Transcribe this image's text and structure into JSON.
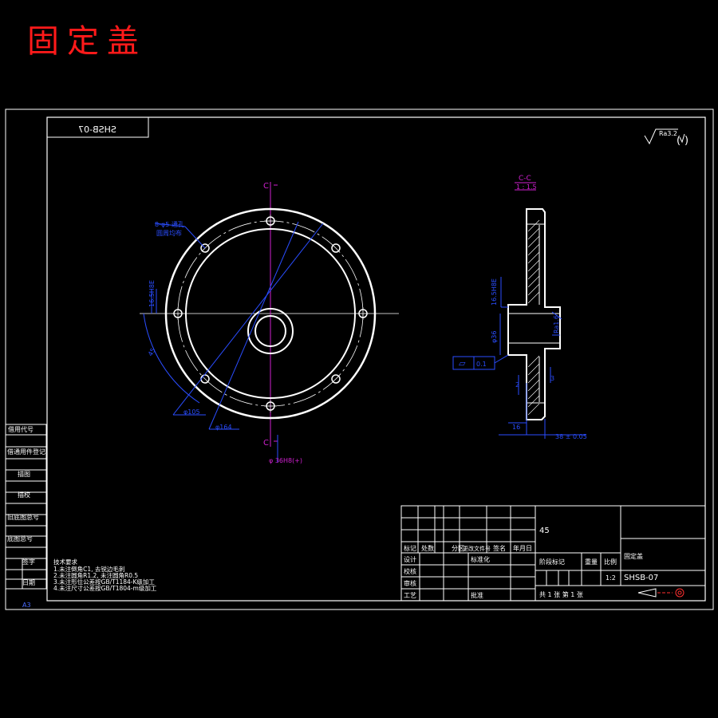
{
  "page_title": "固定盖",
  "drawing_number_mirrored": "SHSB-07",
  "roughness_symbol": "Ra3.2",
  "section_label": "C-C",
  "section_scale": "1 : 1.5",
  "cut_plane_marks": [
    "C",
    "C"
  ],
  "front_view": {
    "hole_callout": [
      "8-φ5 通孔",
      "圆周均布"
    ],
    "dim_bolt_circle": "φ105",
    "dim_outer": "φ164",
    "dim_bore": "φ 36H8(+)",
    "dim_offset": "16.5H8E",
    "dim_angle": "45"
  },
  "section_view": {
    "dim_bore": "φ36",
    "dim_face": "16.5H8E",
    "roughness": "Ra1.6",
    "flatness_symbol": "▱",
    "flatness_value": "0.1",
    "dim_2": "2",
    "dim_3": "3",
    "dim_16": "16",
    "dim_total": "38 ± 0.05"
  },
  "left_strip": [
    "借用代号",
    "借通用件登记",
    "描图",
    "描校",
    "旧底图总号",
    "底图总号",
    "签字",
    "日期"
  ],
  "corner_mark": "A3",
  "tech_notes": [
    "技术要求",
    "1.未注倒角C1, 去锐边毛刺",
    "2.未注圆角R1.2, 未注圆角R0.5",
    "3.未注形位公差按GB/T1184-K级加工",
    "4.未注尺寸公差按GB/T1804-m级加工"
  ],
  "title_block": {
    "material": "45",
    "revision_headers": [
      "标记",
      "处数",
      "分区",
      "更改文件号",
      "签名",
      "年月日"
    ],
    "rows": [
      "设计",
      "校核",
      "审核",
      "工艺"
    ],
    "standardization": "标准化",
    "approved": "批准",
    "stage_headers": [
      "阶段标记",
      "重量",
      "比例"
    ],
    "scale": "1:2",
    "part_name": "固定盖",
    "drawing_number": "SHSB-07",
    "sheet_info": "共 1 张  第 1 张"
  }
}
